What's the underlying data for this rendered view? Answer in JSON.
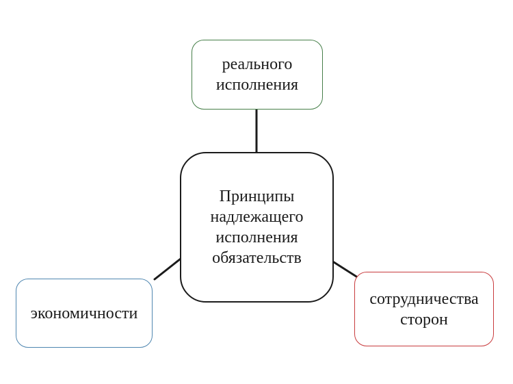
{
  "page": {
    "background_color": "#ffffff",
    "text_color": "#1b1b1b"
  },
  "diagram": {
    "central_node": {
      "label": "Принципы надлежащего исполнения обязательств",
      "border_color": "#1b1b1b"
    },
    "nodes": [
      {
        "id": "real-execution",
        "label": "реального исполнения",
        "border_color": "#457e48"
      },
      {
        "id": "economy",
        "label": "экономичности",
        "border_color": "#4e86b0"
      },
      {
        "id": "cooperation",
        "label": "сотрудничества сторон",
        "border_color": "#c83a3c"
      }
    ],
    "connector_color": "#1b1b1b"
  }
}
